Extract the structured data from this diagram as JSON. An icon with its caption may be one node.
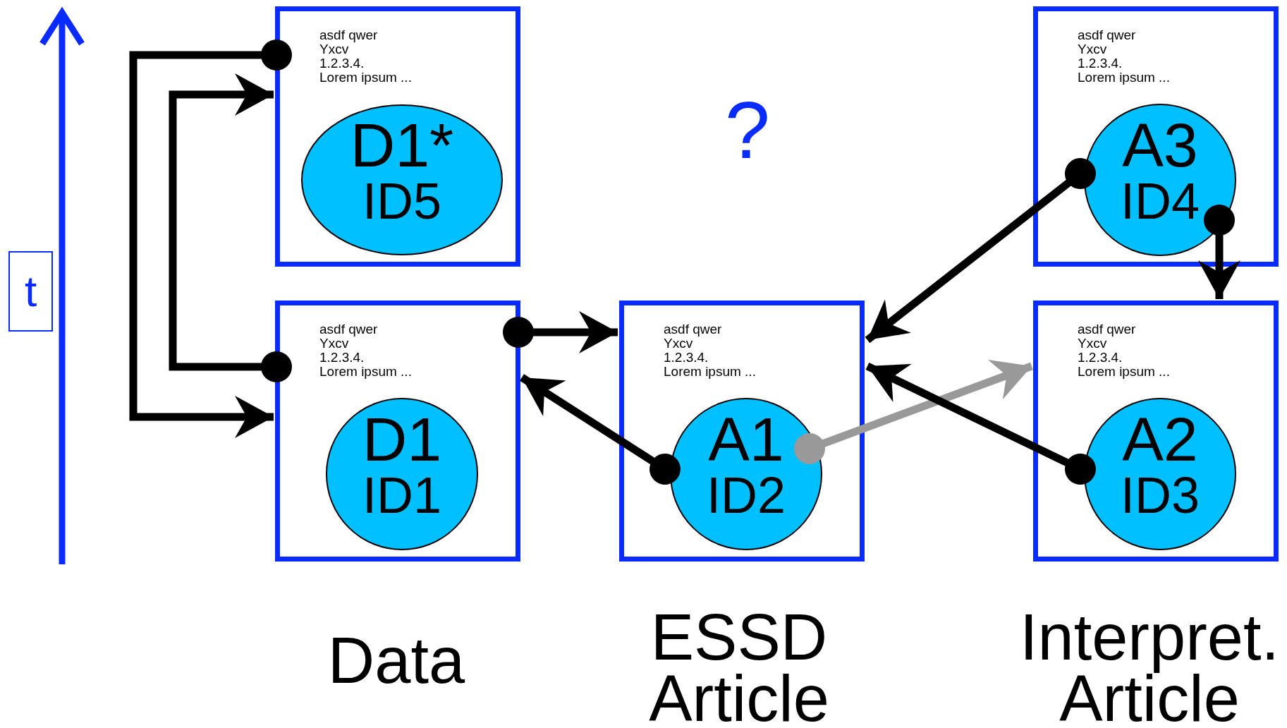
{
  "diagram": {
    "nodes": [
      {
        "text": [
          "asdf qwer",
          "Yxcv",
          "1.2.3.4.",
          "Lorem ipsum ..."
        ]
      },
      {
        "text": [
          "D1*",
          "ID5"
        ],
        "in": 0
      },
      {
        "text": [
          "asdf qwer",
          "Yxcv",
          "1.2.3.4.",
          "Lorem ipsum ..."
        ]
      },
      {
        "text": [
          "D1",
          "ID1"
        ],
        "in": 2
      },
      {
        "text": [
          "asdf qwer",
          "Yxcv",
          "1.2.3.4.",
          "Lorem ipsum ..."
        ]
      },
      {
        "text": [
          "A1",
          "ID2"
        ],
        "in": 4
      },
      {
        "text": [
          "asdf qwer",
          "Yxcv",
          "1.2.3.4.",
          "Lorem ipsum ..."
        ]
      },
      {
        "text": [
          "A3",
          "ID4"
        ],
        "in": 6
      },
      {
        "text": [
          "asdf qwer",
          "Yxcv",
          "1.2.3.4.",
          "Lorem ipsum ..."
        ]
      },
      {
        "text": [
          "A2",
          "ID3"
        ],
        "in": 8
      }
    ],
    "edges": [
      {
        "from": 2,
        "to": 0,
        "arrow": "to"
      },
      {
        "from": 0,
        "to": 2,
        "arrow": "to"
      },
      {
        "from": 2,
        "to": 4,
        "arrow": "to"
      },
      {
        "from": 5,
        "to": 2,
        "arrow": "to"
      },
      {
        "from": 5,
        "to": 8,
        "arrow": "to",
        "color": "#999999"
      },
      {
        "from": 9,
        "to": 4,
        "arrow": "to"
      },
      {
        "from": 7,
        "to": 4,
        "arrow": "to"
      },
      {
        "from": 7,
        "to": 8,
        "arrow": "to"
      }
    ],
    "labels": [
      "t",
      "?",
      "Data",
      "ESSD Article",
      "Interpret. Article"
    ]
  }
}
